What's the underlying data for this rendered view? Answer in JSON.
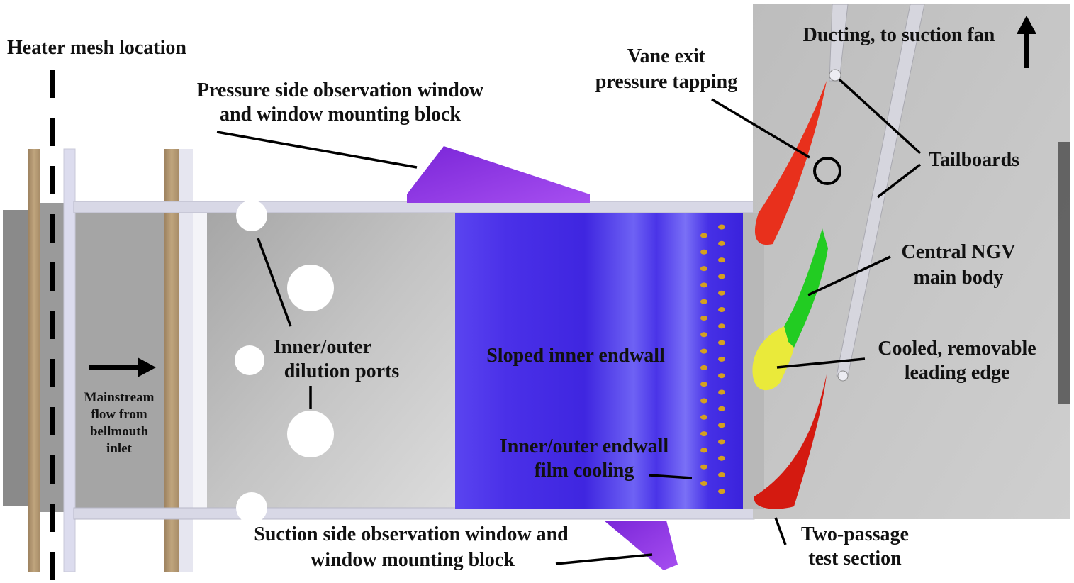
{
  "labels": {
    "heater_mesh": "Heater mesh location",
    "pressure_window_l1": "Pressure side observation window",
    "pressure_window_l2": "and window mounting block",
    "vane_exit_l1": "Vane exit",
    "vane_exit_l2": "pressure tapping",
    "ducting": "Ducting, to suction fan",
    "tailboards": "Tailboards",
    "central_ngv_l1": "Central NGV",
    "central_ngv_l2": "main body",
    "cooled_le_l1": "Cooled, removable",
    "cooled_le_l2": "leading edge",
    "dilution_l1": "Inner/outer",
    "dilution_l2": "dilution ports",
    "sloped_endwall": "Sloped inner endwall",
    "film_cooling_l1": "Inner/outer endwall",
    "film_cooling_l2": "film cooling",
    "mainstream_l1": "Mainstream",
    "mainstream_l2": "flow from",
    "mainstream_l3": "bellmouth",
    "mainstream_l4": "inlet",
    "suction_window_l1": "Suction side observation window and",
    "suction_window_l2": "window mounting block",
    "test_section_l1": "Two-passage",
    "test_section_l2": "test section"
  },
  "colors": {
    "vane_upper": "#e8301c",
    "vane_lower": "#d41a10",
    "ngv_body": "#22cc22",
    "leading_edge": "#eeee40",
    "window": "#9a3fe8",
    "endwall": "#4a2cf0",
    "film_hole": "#d4a020",
    "wood": "#b59a74",
    "grey_panel": "#c8c8c8"
  }
}
